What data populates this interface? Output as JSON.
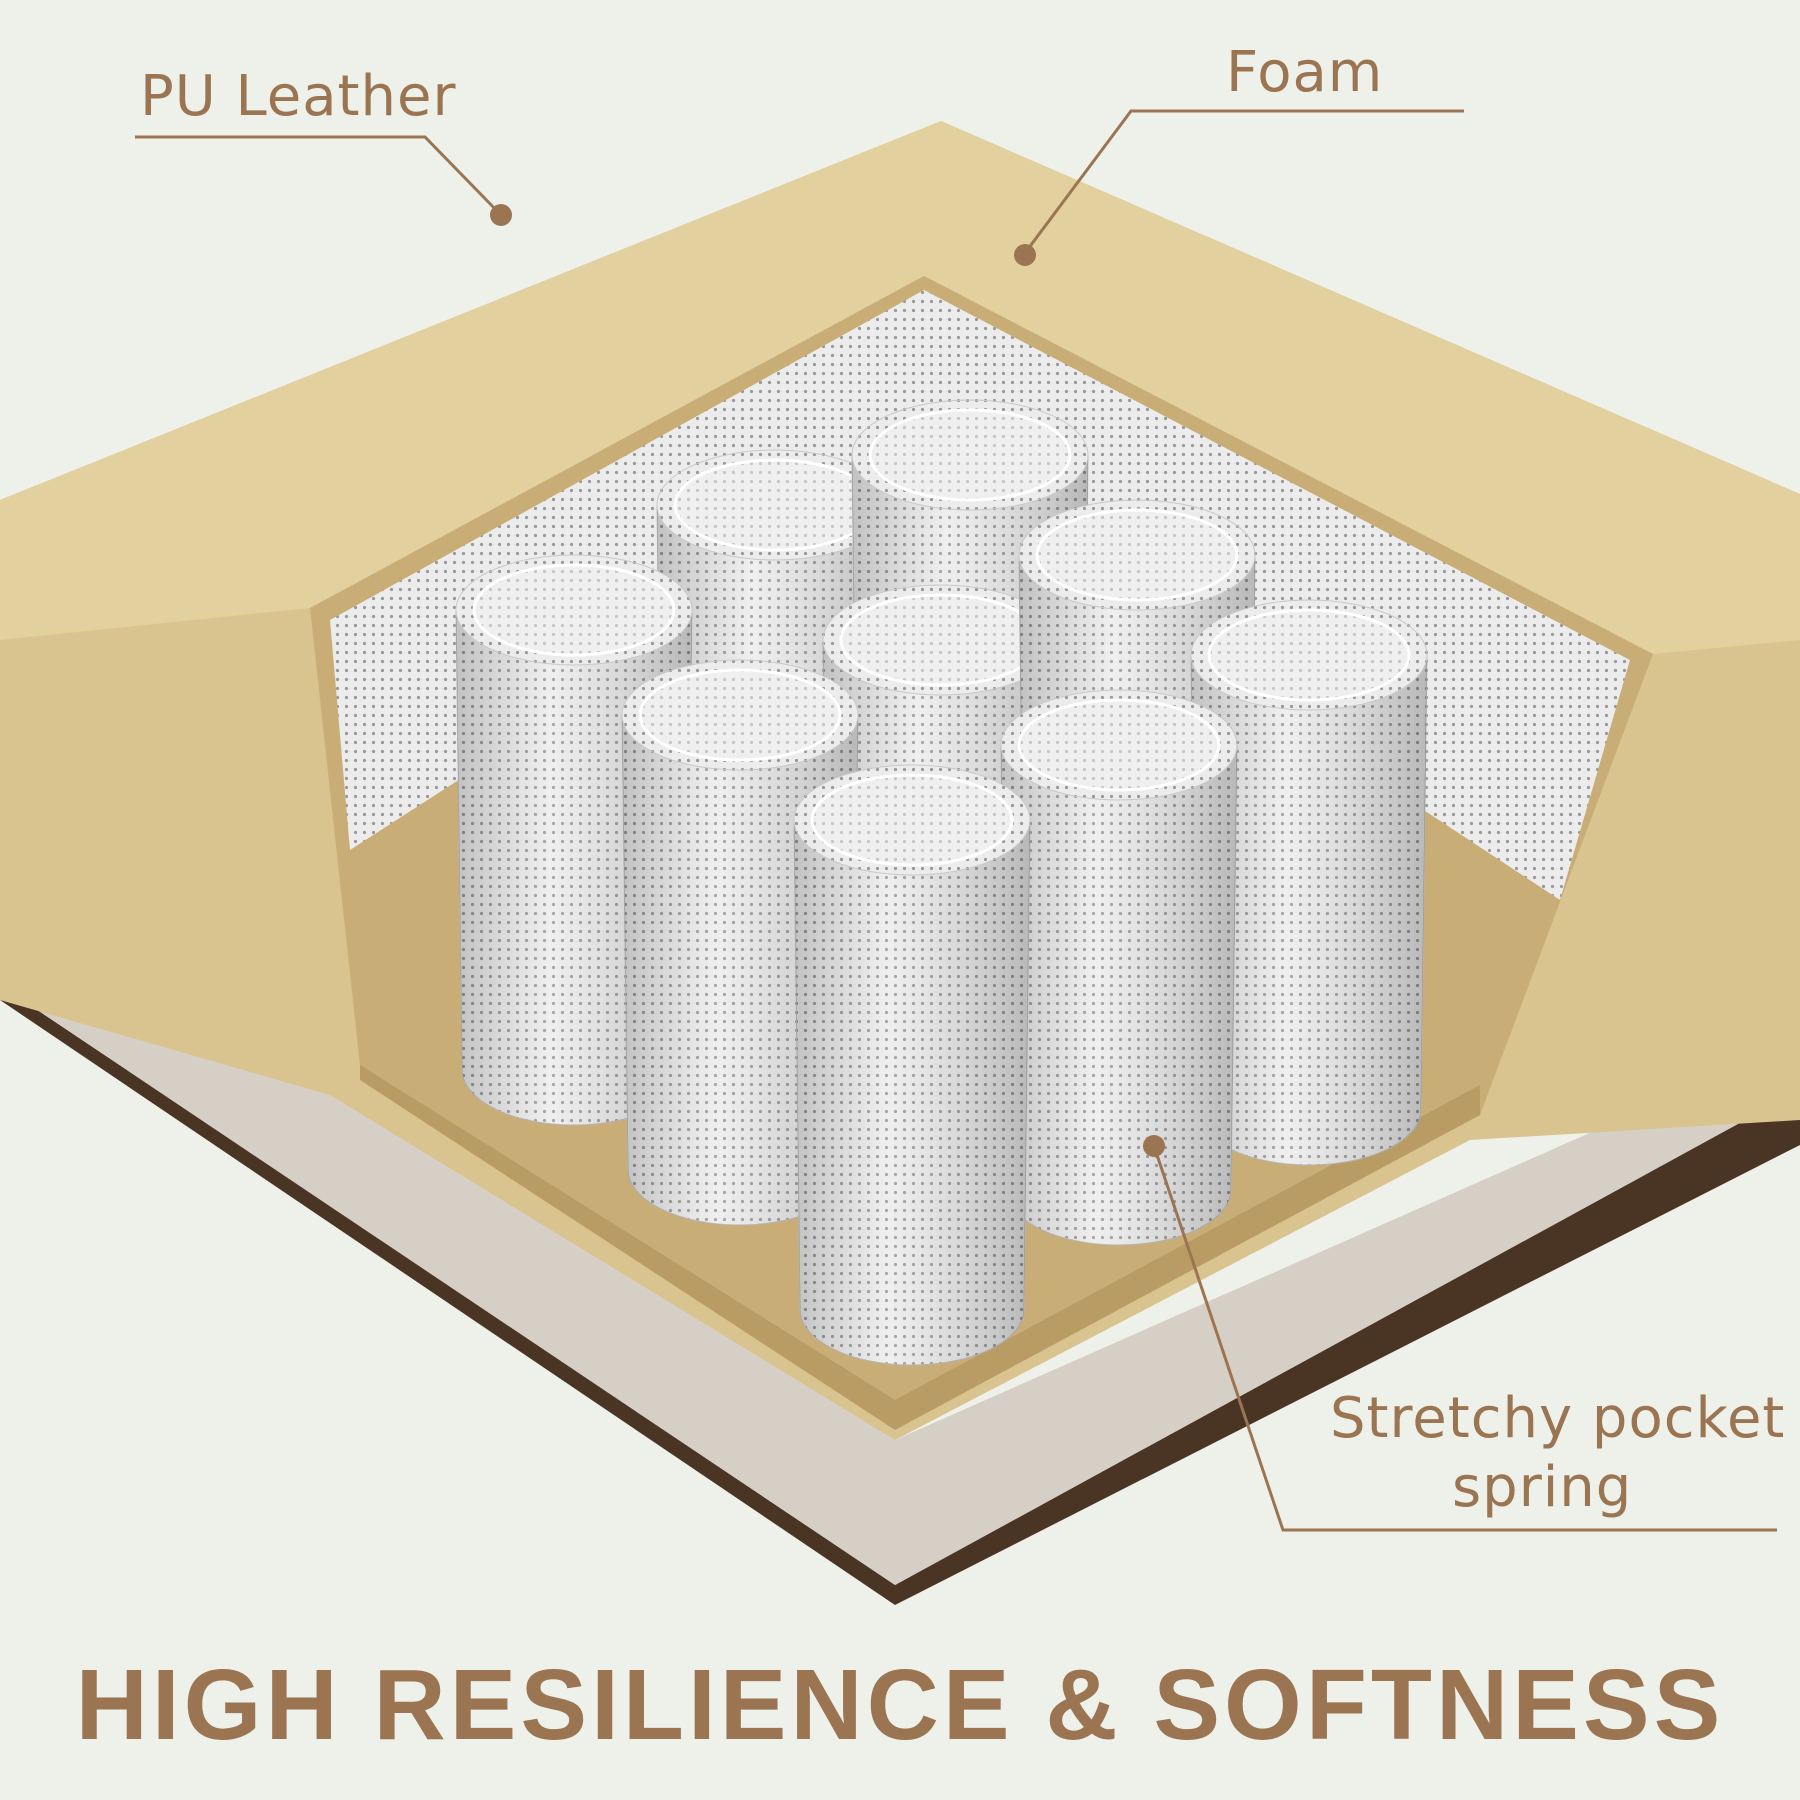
{
  "labels": {
    "pu_leather": "PU Leather",
    "foam": "Foam",
    "spring_line1": "Stretchy pocket",
    "spring_line2": "spring"
  },
  "title": "HIGH RESILIENCE & SOFTNESS",
  "colors": {
    "accent": "#9b7552",
    "foam": "#d9c48f",
    "background": "#eef0ea",
    "spring": "#e9e9e9"
  }
}
